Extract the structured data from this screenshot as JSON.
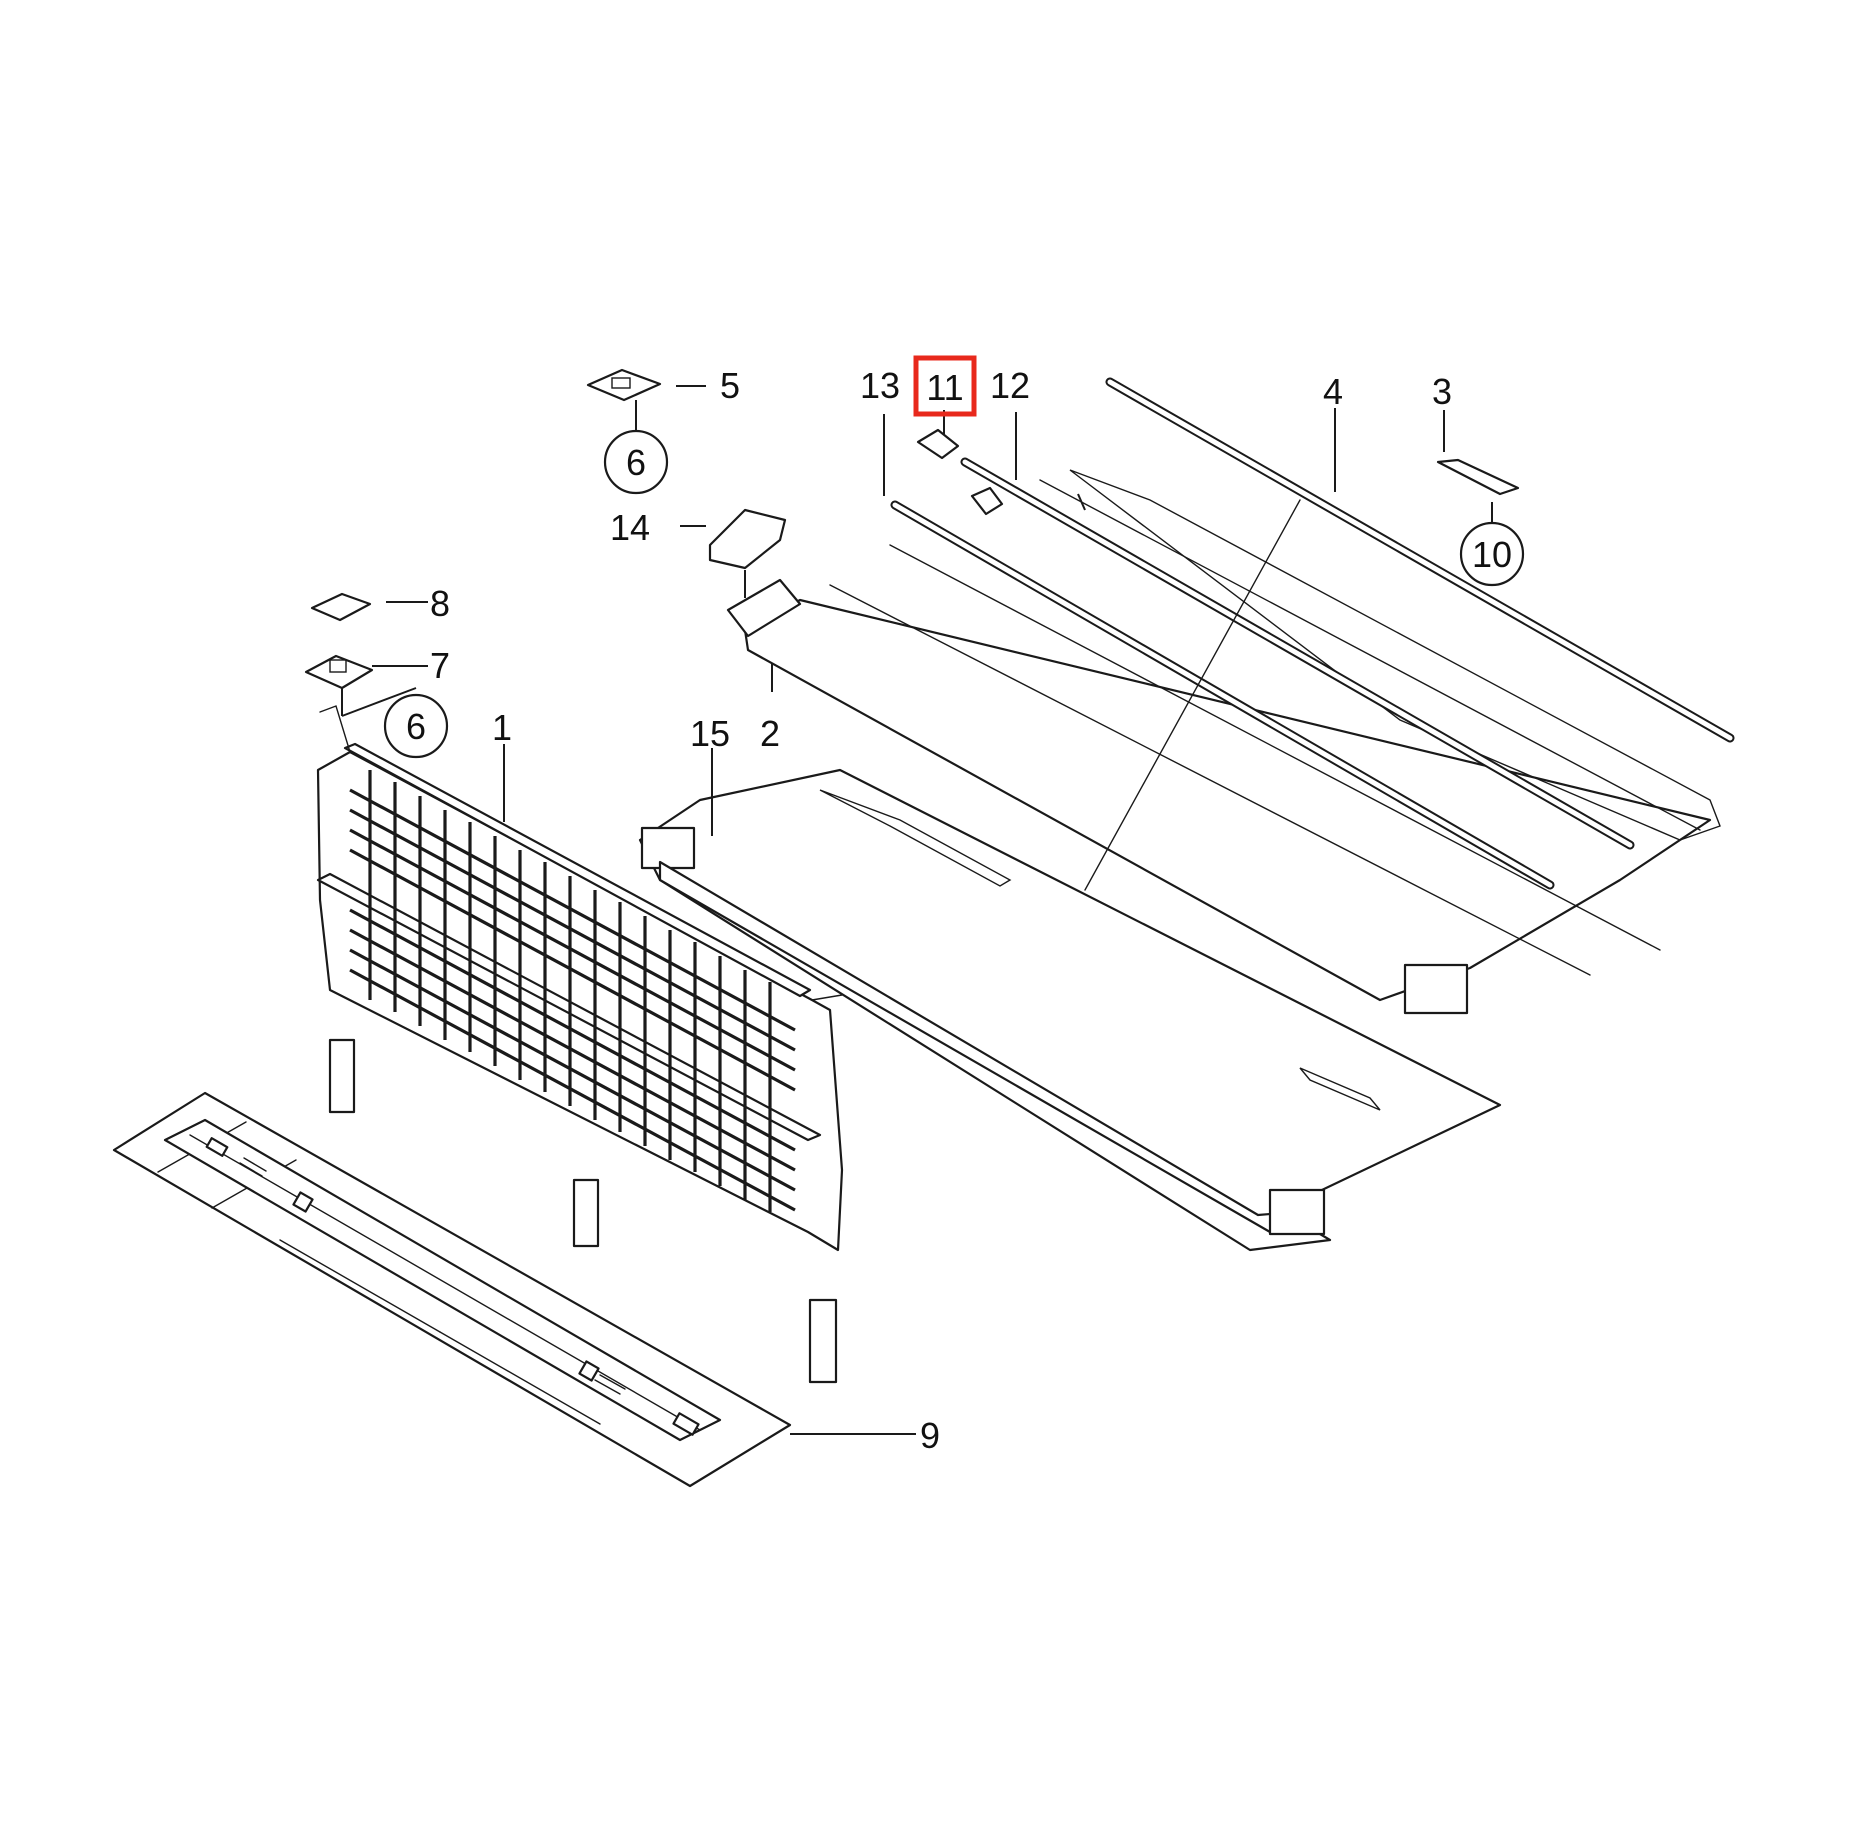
{
  "diagram": {
    "highlight_color": "#e8291c",
    "highlighted_part": "11",
    "callouts": {
      "c1": "1",
      "c2": "2",
      "c3": "3",
      "c4": "4",
      "c5": "5",
      "c6a": "6",
      "c6b": "6",
      "c7": "7",
      "c8": "8",
      "c9": "9",
      "c10": "10",
      "c11": "11",
      "c12": "12",
      "c13": "13",
      "c14": "14",
      "c15": "15"
    }
  }
}
